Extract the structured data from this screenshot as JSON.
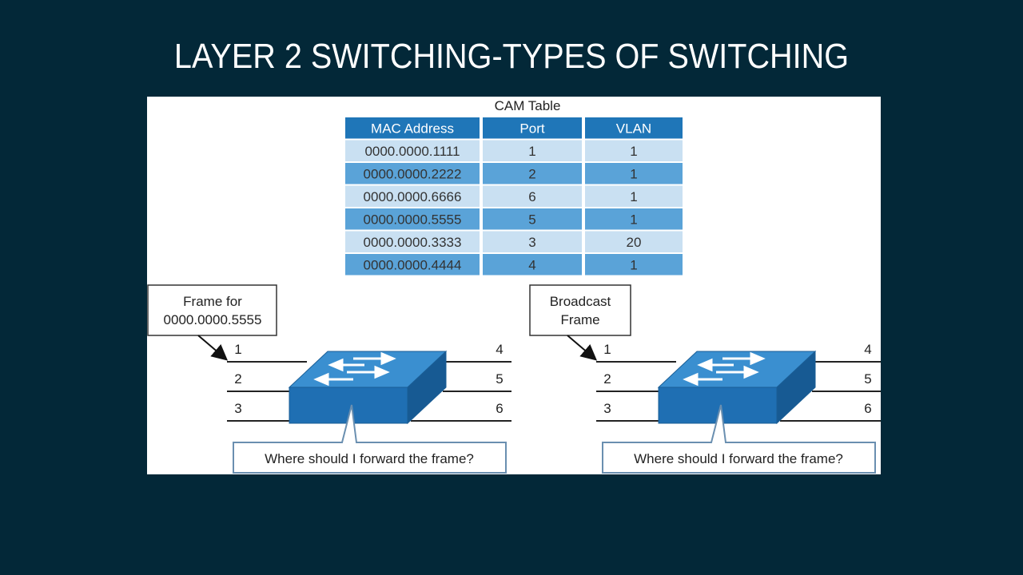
{
  "slide": {
    "title": "LAYER 2 SWITCHING-TYPES OF SWITCHING"
  },
  "cam_table": {
    "title": "CAM Table",
    "headers": [
      "MAC Address",
      "Port",
      "VLAN"
    ],
    "rows": [
      [
        "0000.0000.1111",
        "1",
        "1"
      ],
      [
        "0000.0000.2222",
        "2",
        "1"
      ],
      [
        "0000.0000.6666",
        "6",
        "1"
      ],
      [
        "0000.0000.5555",
        "5",
        "1"
      ],
      [
        "0000.0000.3333",
        "3",
        "20"
      ],
      [
        "0000.0000.4444",
        "4",
        "1"
      ]
    ]
  },
  "left_diagram": {
    "label_line1": "Frame for",
    "label_line2": "0000.0000.5555",
    "ports_left": [
      "1",
      "2",
      "3"
    ],
    "ports_right": [
      "4",
      "5",
      "6"
    ],
    "question": "Where should I forward the frame?"
  },
  "right_diagram": {
    "label_line1": "Broadcast",
    "label_line2": "Frame",
    "ports_left": [
      "1",
      "2",
      "3"
    ],
    "ports_right": [
      "4",
      "5",
      "6"
    ],
    "question": "Where should I forward the frame?"
  },
  "colors": {
    "background": "#032838",
    "header_blue": "#1f76b8",
    "row_light": "#c9e0f2",
    "row_dark": "#5aa3d8",
    "switch_top": "#3a8fd0",
    "switch_front": "#1f6fb3",
    "switch_side": "#175a93"
  }
}
